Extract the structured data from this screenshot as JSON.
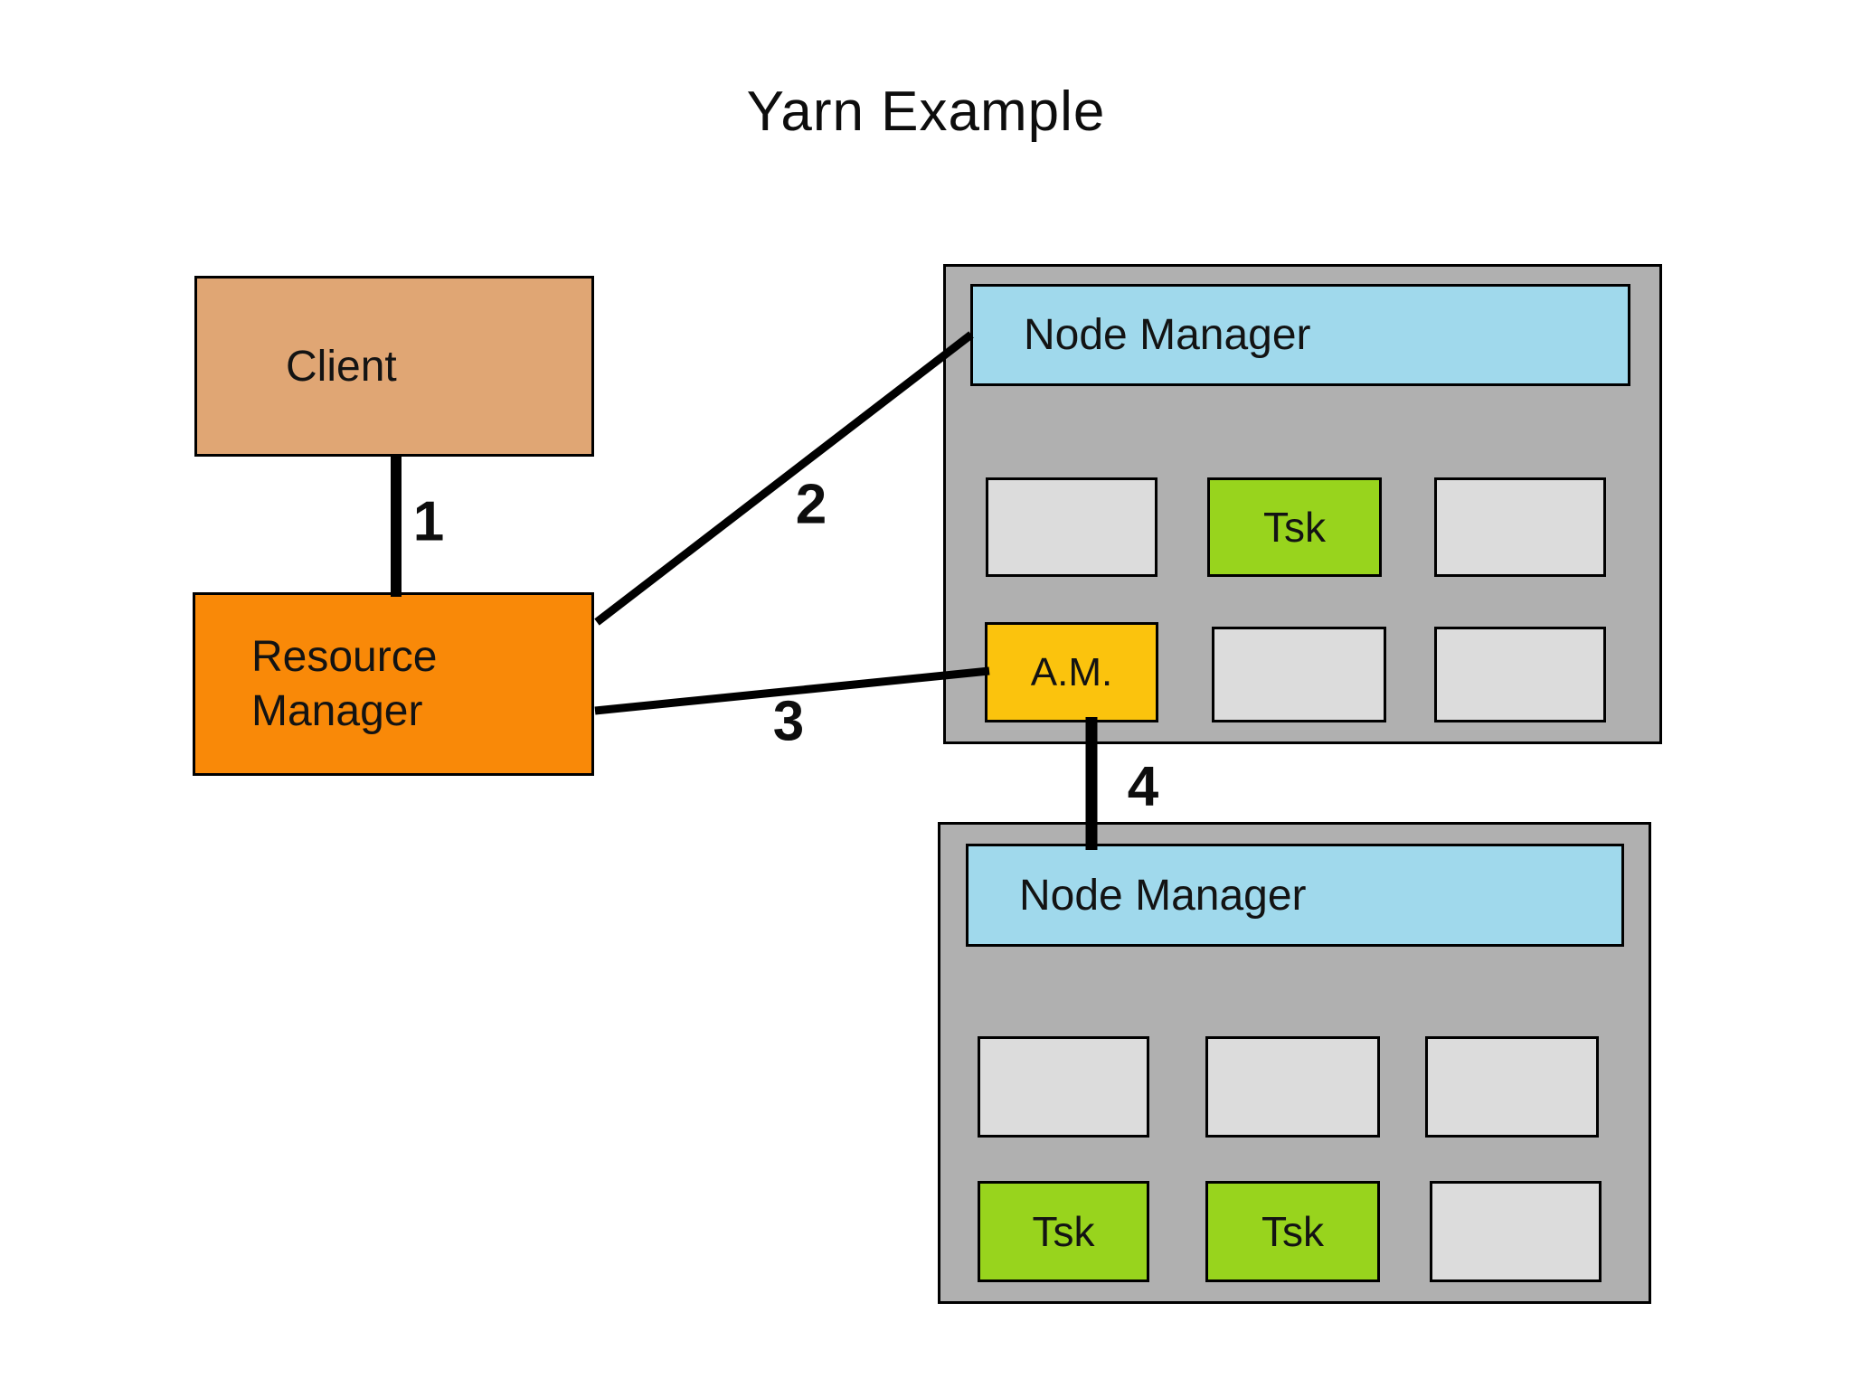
{
  "title": "Yarn Example",
  "colors": {
    "client_fill": "#e0a674",
    "resource_manager_fill": "#f98908",
    "container_fill": "#b0b0b0",
    "slot_fill": "#dcdcdc",
    "node_manager_fill": "#a0d9ec",
    "task_fill": "#98d41d",
    "app_master_fill": "#fbc30d",
    "line_color": "#000000"
  },
  "nodes": {
    "client": {
      "label": "Client"
    },
    "resource_manager": {
      "label": "Resource Manager"
    },
    "task": {
      "label": "Tsk"
    },
    "app_master": {
      "label": "A.M."
    },
    "empty": {
      "label": ""
    }
  },
  "node_managers": [
    {
      "header": "Node Manager",
      "slots": [
        [
          "empty",
          "task",
          "empty"
        ],
        [
          "app_master",
          "empty",
          "empty"
        ]
      ]
    },
    {
      "header": "Node Manager",
      "slots": [
        [
          "empty",
          "empty",
          "empty"
        ],
        [
          "task",
          "task",
          "empty"
        ]
      ]
    }
  ],
  "connections": [
    {
      "label": "1",
      "from": "client",
      "to": "resource_manager"
    },
    {
      "label": "2",
      "from": "resource_manager",
      "to": "node_manager_1"
    },
    {
      "label": "3",
      "from": "resource_manager",
      "to": "app_master"
    },
    {
      "label": "4",
      "from": "app_master",
      "to": "node_manager_2"
    }
  ]
}
